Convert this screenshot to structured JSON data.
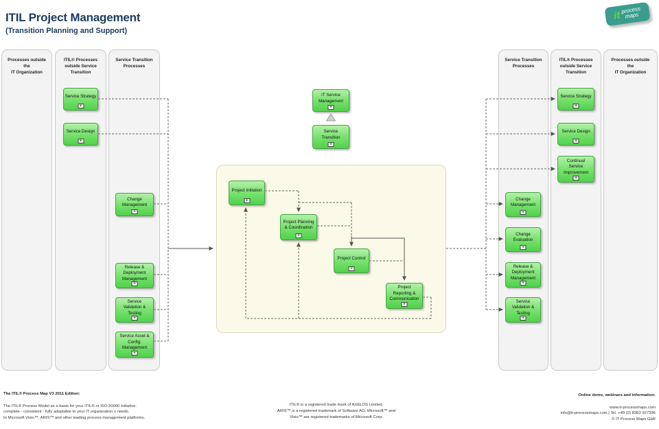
{
  "title": "ITIL Project Management",
  "subtitle": "(Transition Planning and Support)",
  "logo": {
    "it": "it",
    "word1": "process",
    "word2": "maps"
  },
  "ui": {
    "expander": "+"
  },
  "lanes": {
    "left_outside": {
      "header": "Processes outside\nthe\nIT Organization"
    },
    "left_itil": {
      "header": "ITIL® Processes\noutside Service\nTransition",
      "boxes": [
        {
          "label": "Service Strategy"
        },
        {
          "label": "Service Design"
        }
      ]
    },
    "left_st": {
      "header": "Service Transition\nProcesses",
      "boxes": [
        {
          "label": "Change\nManagement"
        },
        {
          "label": "Release &\nDeployment\nManagement"
        },
        {
          "label": "Service\nValidation &\nTesting"
        },
        {
          "label": "Service Asset &\nConfig.\nManagement"
        }
      ]
    },
    "right_st": {
      "header": "Service Transition\nProcesses",
      "boxes": [
        {
          "label": "Change\nManagement"
        },
        {
          "label": "Change\nEvaluation"
        },
        {
          "label": "Release &\nDeployment\nManagement"
        },
        {
          "label": "Service\nValidation &\nTesting"
        }
      ]
    },
    "right_itil": {
      "header": "ITIL® Processes\noutside Service\nTransition",
      "boxes": [
        {
          "label": "Service Strategy"
        },
        {
          "label": "Service Design"
        },
        {
          "label": "Continual\nService\nImprovement"
        }
      ]
    },
    "right_outside": {
      "header": "Processes outside\nthe\nIT Organization"
    }
  },
  "hierarchy": {
    "top": "IT Service\nManagement",
    "sub": "Service\nTransition"
  },
  "main_processes": [
    {
      "label": "Project Initiation"
    },
    {
      "label": "Project Planning\n& Coordination"
    },
    {
      "label": "Project Control"
    },
    {
      "label": "Project\nReporting &\nCommunication"
    }
  ],
  "footer": {
    "left_heading": "The ITIL® Process Map V3 2011 Edition:",
    "left_lines": "The ITIL® Process Model as a basis for your ITIL® or ISO 20000 initiative.\ncomplete - consistent - fully adaptable to your IT organization´s needs.\nIn Microsoft Visio™, ARIS™ and other leading process management platforms.",
    "center_lines": "ITIL® is a registered trade mark of AXELOS Limited.\nARIS™ is a registered trademark of Software AG. Microsoft™ and\nVisio™ are registered trademarks of Microsoft Corp.",
    "right_heading": "Online demo, webinars and information:",
    "right_lines": "www.it-processmaps.com\ninfo@it-processmaps.com  |  Tel. +49 (0) 8363 927396\n© IT Process Maps GbR"
  },
  "colors": {
    "box_green_top": "#b2f1a8",
    "box_green_bottom": "#50d24b",
    "box_border": "#44a244",
    "panel_fill": "#fbfae8",
    "lane_fill": "#f3f3f3",
    "title_navy": "#1b3a5e",
    "logo_teal": "#3a9d8e",
    "logo_green": "#62d43f"
  }
}
